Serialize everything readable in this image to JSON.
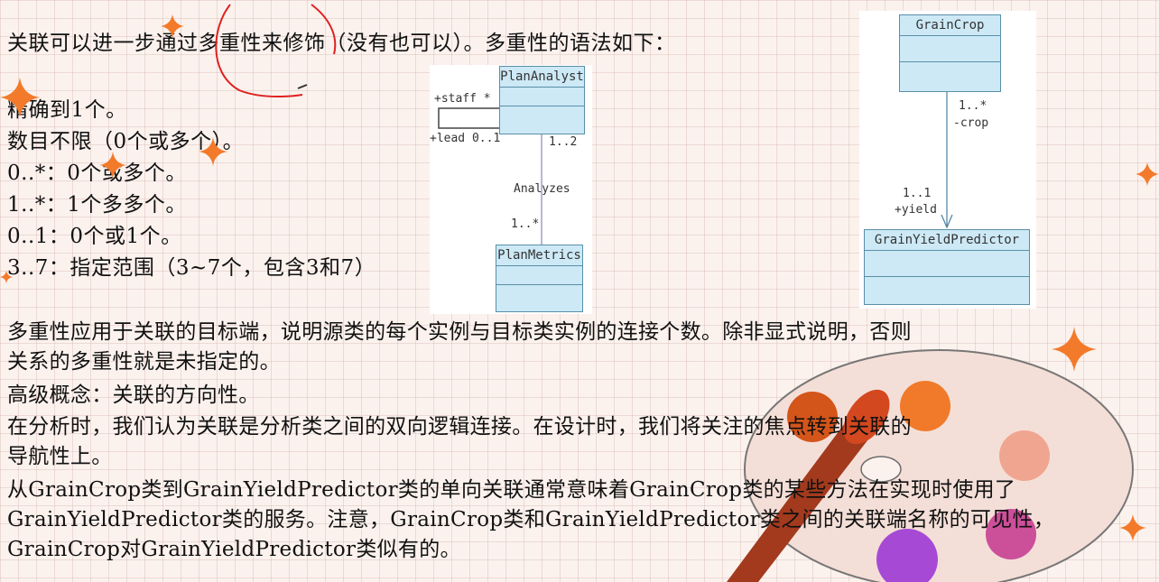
{
  "intro": "关联可以进一步通过多重性来修饰（没有也可以）。多重性的语法如下：",
  "multiplicity_list": [
    "精确到1个。",
    "数目不限（0个或多个）。",
    "0..*：0个或多个。",
    "1..*：1个多多个。",
    "0..1：0个或1个。",
    "3..7：指定范围（3~7个，包含3和7）"
  ],
  "diagram1": {
    "class_top": "PlanAnalyst",
    "class_bottom": "PlanMetrics",
    "self_role_1": "+staff *",
    "self_role_2": "+lead 0..1",
    "mult_top": "1..2",
    "assoc_name": "Analyzes",
    "mult_bottom": "1..*"
  },
  "diagram2": {
    "class_top": "GrainCrop",
    "class_bottom": "GrainYieldPredictor",
    "mult_source": "1..*",
    "role_source": "-crop",
    "mult_target": "1..1",
    "role_target": "+yield"
  },
  "paragraphs": [
    [
      "多重性应用于关联的目标端，说明源类的每个实例与目标类实例的连接个数。除非显式说明，否则",
      "关系的多重性就是未指定的。"
    ],
    [
      "高级概念：关联的方向性。"
    ],
    [
      "在分析时，我们认为关联是分析类之间的双向逻辑连接。在设计时，我们将关注的焦点转到关联的",
      "导航性上。"
    ],
    [
      "从GrainCrop类到GrainYieldPredictor类的单向关联通常意味着GrainCrop类的某些方法在实现时使用了",
      "GrainYieldPredictor类的服务。注意，GrainCrop类和GrainYieldPredictor类之间的关联端名称的可见性，",
      "GrainCrop对GrainYieldPredictor类似有的。"
    ]
  ],
  "colors": {
    "uml_fill": "#cde9f6",
    "uml_border": "#5a8fa8",
    "annotation_red": "#e02020",
    "star_orange": "#f37a2a"
  },
  "icons": [
    "sparkle-star-icon",
    "paint-palette-icon",
    "brush-icon"
  ]
}
